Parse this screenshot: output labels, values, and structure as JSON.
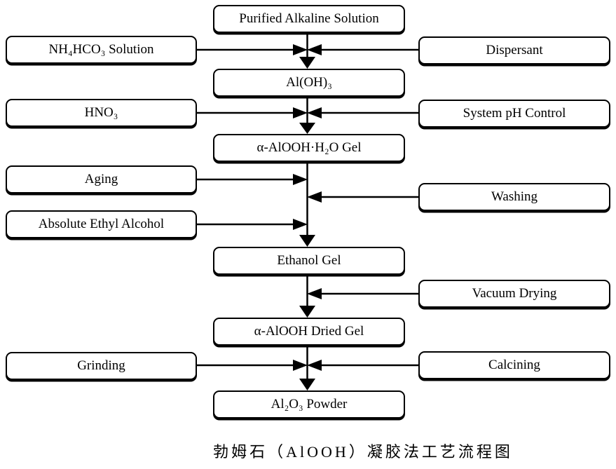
{
  "diagram": {
    "caption": "勃姆石（AlOOH）凝胶法工艺流程图",
    "center_nodes": [
      {
        "label": "Purified Alkaline Solution"
      },
      {
        "label": "Al(OH)₃"
      },
      {
        "label": "α-AlOOH·H₂O Gel"
      },
      {
        "label": "Ethanol Gel"
      },
      {
        "label": "α-AlOOH Dried Gel"
      },
      {
        "label": "Al₂O₃ Powder"
      }
    ],
    "left_nodes": [
      {
        "label": "NH₄HCO₃ Solution"
      },
      {
        "label": "HNO₃"
      },
      {
        "label": "Aging"
      },
      {
        "label": "Absolute Ethyl Alcohol"
      },
      {
        "label": "Grinding"
      }
    ],
    "right_nodes": [
      {
        "label": "Dispersant"
      },
      {
        "label": "System pH Control"
      },
      {
        "label": "Washing"
      },
      {
        "label": "Vacuum Drying"
      },
      {
        "label": "Calcining"
      }
    ],
    "connections": [
      {
        "from": "Purified Alkaline Solution",
        "to": "Al(OH)₃",
        "inputs": [
          "NH₄HCO₃ Solution",
          "Dispersant"
        ]
      },
      {
        "from": "Al(OH)₃",
        "to": "α-AlOOH·H₂O Gel",
        "inputs": [
          "HNO₃",
          "System pH Control"
        ]
      },
      {
        "from": "α-AlOOH·H₂O Gel",
        "to": "Ethanol Gel",
        "inputs": [
          "Aging",
          "Washing",
          "Absolute Ethyl Alcohol"
        ]
      },
      {
        "from": "Ethanol Gel",
        "to": "α-AlOOH Dried Gel",
        "inputs": [
          "Vacuum Drying"
        ]
      },
      {
        "from": "α-AlOOH Dried Gel",
        "to": "Al₂O₃ Powder",
        "inputs": [
          "Grinding",
          "Calcining"
        ]
      }
    ],
    "colors": {
      "line": "#000000",
      "box_border": "#000000",
      "box_fill": "#ffffff",
      "background": "#ffffff",
      "text": "#000000"
    }
  }
}
